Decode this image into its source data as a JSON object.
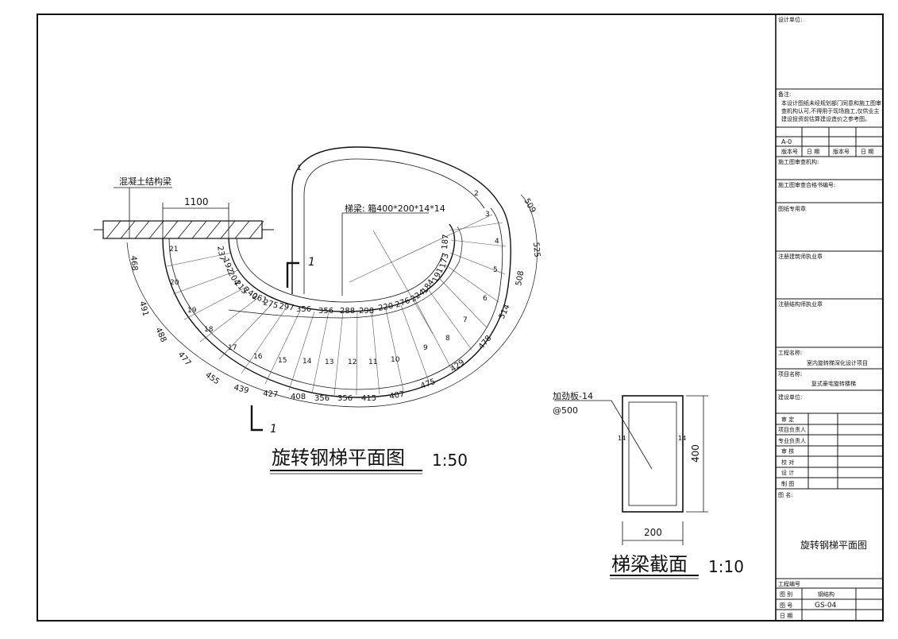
{
  "drawing": {
    "plan_title": "旋转钢梯平面图",
    "plan_scale": "1:50",
    "section_title": "梯梁截面",
    "section_scale": "1:10",
    "concrete_beam_label": "混凝土结构梁",
    "beam_note": "梯梁: 箱400*200*14*14",
    "beam_dim": "1100",
    "section_mark": "1",
    "stair_numbers": [
      "1",
      "2",
      "3",
      "4",
      "5",
      "6",
      "7",
      "8",
      "9",
      "10",
      "11",
      "12",
      "13",
      "14",
      "15",
      "16",
      "17",
      "18",
      "19",
      "20",
      "21"
    ],
    "inner_dims": [
      "237",
      "192",
      "204",
      "215",
      "240",
      "261",
      "275",
      "297",
      "356",
      "356",
      "288",
      "298",
      "220",
      "276",
      "224",
      "184",
      "191",
      "173",
      "187"
    ],
    "outer_dims_right": [
      "509",
      "525",
      "508",
      "514",
      "478",
      "429",
      "475",
      "407",
      "415",
      "356",
      "356",
      "408",
      "427",
      "439",
      "455",
      "477",
      "488",
      "491",
      "468"
    ],
    "stiffener_label": "加劲板-14",
    "stiffener_spacing": "@500",
    "section_width": "200",
    "section_height": "400",
    "section_thk_left": "14",
    "section_thk_right": "14"
  },
  "title_block": {
    "design_unit": "设计单位:",
    "notes_title": "备注:",
    "notes_line1": "本设计图纸未经规划部门同意和施工图审",
    "notes_line2": "查机构认可,不得用于现场施工,仅供业主",
    "notes_line3": "建设投资前估算建设造价之参考图。",
    "version_value": "A-0",
    "version_label_1": "版本号",
    "date_label_1": "日 期",
    "version_label_2": "版本号",
    "date_label_2": "日 期",
    "review_org": "施工图审查机构:",
    "review_cert": "施工图审查合格书编号:",
    "drawing_seal": "图纸专用章",
    "reg_architect": "注册建筑师执业章",
    "reg_structural": "注册结构师执业章",
    "project_name_label": "工程名称:",
    "project_name": "室内旋转梯深化设计项目",
    "item_name_label": "项目名称:",
    "item_name": "复式豪宅旋转楼梯",
    "build_unit": "建设单位:",
    "approve": "审 定",
    "project_lead": "项目负责人",
    "discipline_lead": "专业负责人",
    "review": "审 核",
    "check": "校 对",
    "design": "设 计",
    "draw": "制 图",
    "sheet_name_label": "图 名:",
    "sheet_name": "旋转钢梯平面图",
    "project_no": "工程编号",
    "category_label": "图 别",
    "category": "钢结构",
    "sheet_no_label": "图 号",
    "sheet_no": "GS-04",
    "date_label": "日 期"
  }
}
